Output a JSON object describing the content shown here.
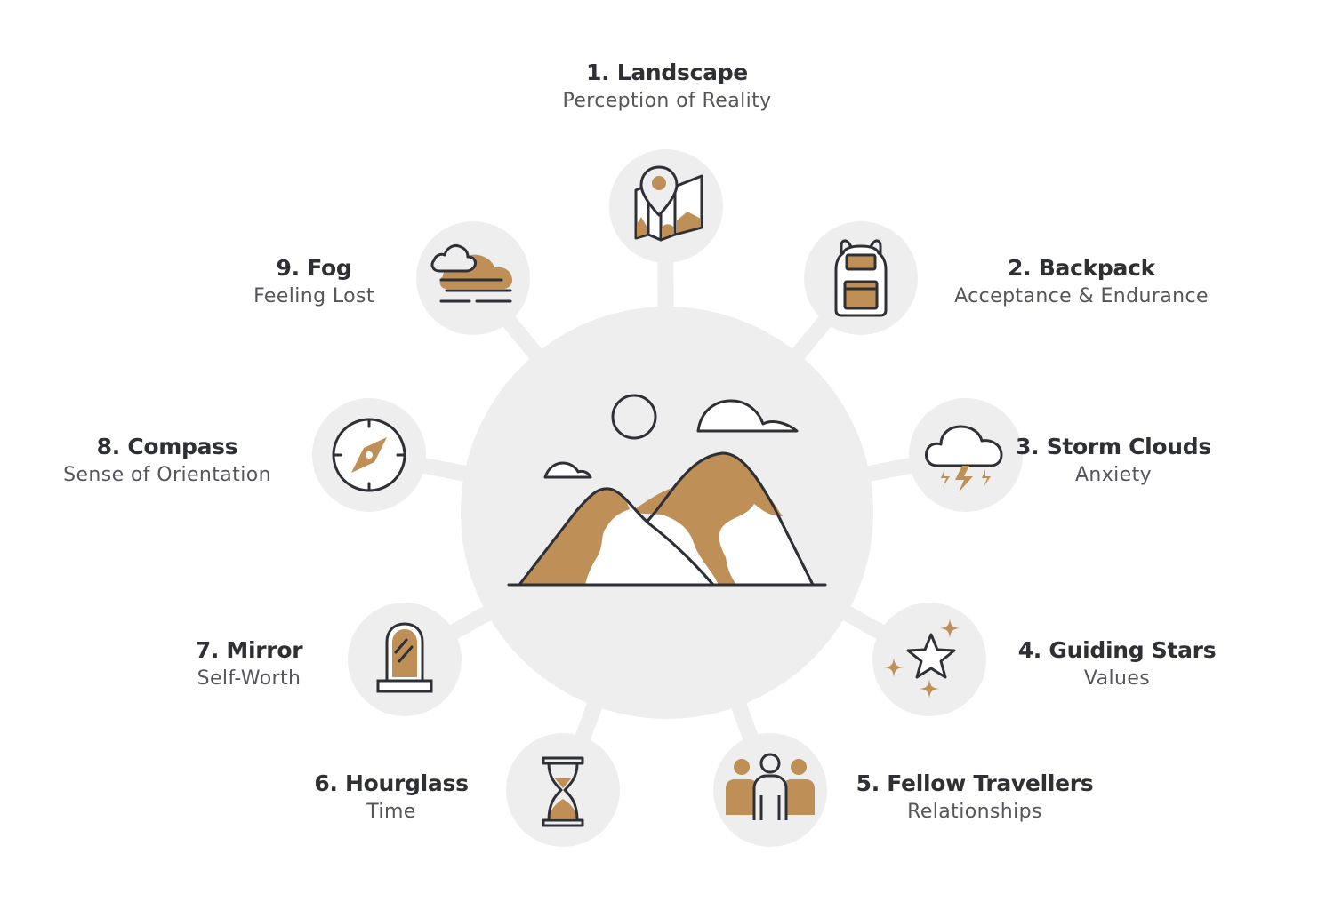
{
  "colors": {
    "accent": "#be9058",
    "stroke": "#2f3036",
    "circle": "#eeeeee",
    "connector": "#eeeeee"
  },
  "hub": {
    "icon": "mountain-landscape-icon"
  },
  "items": [
    {
      "number": "1.",
      "title": "1. Landscape",
      "subtitle": "Perception of Reality",
      "icon": "map-pin-icon"
    },
    {
      "number": "2.",
      "title": "2. Backpack",
      "subtitle": "Acceptance & Endurance",
      "icon": "backpack-icon"
    },
    {
      "number": "3.",
      "title": "3. Storm Clouds",
      "subtitle": "Anxiety",
      "icon": "storm-cloud-icon"
    },
    {
      "number": "4.",
      "title": "4. Guiding Stars",
      "subtitle": "Values",
      "icon": "stars-icon"
    },
    {
      "number": "5.",
      "title": "5. Fellow Travellers",
      "subtitle": "Relationships",
      "icon": "people-icon"
    },
    {
      "number": "6.",
      "title": "6. Hourglass",
      "subtitle": "Time",
      "icon": "hourglass-icon"
    },
    {
      "number": "7.",
      "title": "7. Mirror",
      "subtitle": "Self-Worth",
      "icon": "mirror-icon"
    },
    {
      "number": "8.",
      "title": "8. Compass",
      "subtitle": "Sense of Orientation",
      "icon": "compass-icon"
    },
    {
      "number": "9.",
      "title": "9. Fog",
      "subtitle": "Feeling Lost",
      "icon": "fog-icon"
    }
  ]
}
